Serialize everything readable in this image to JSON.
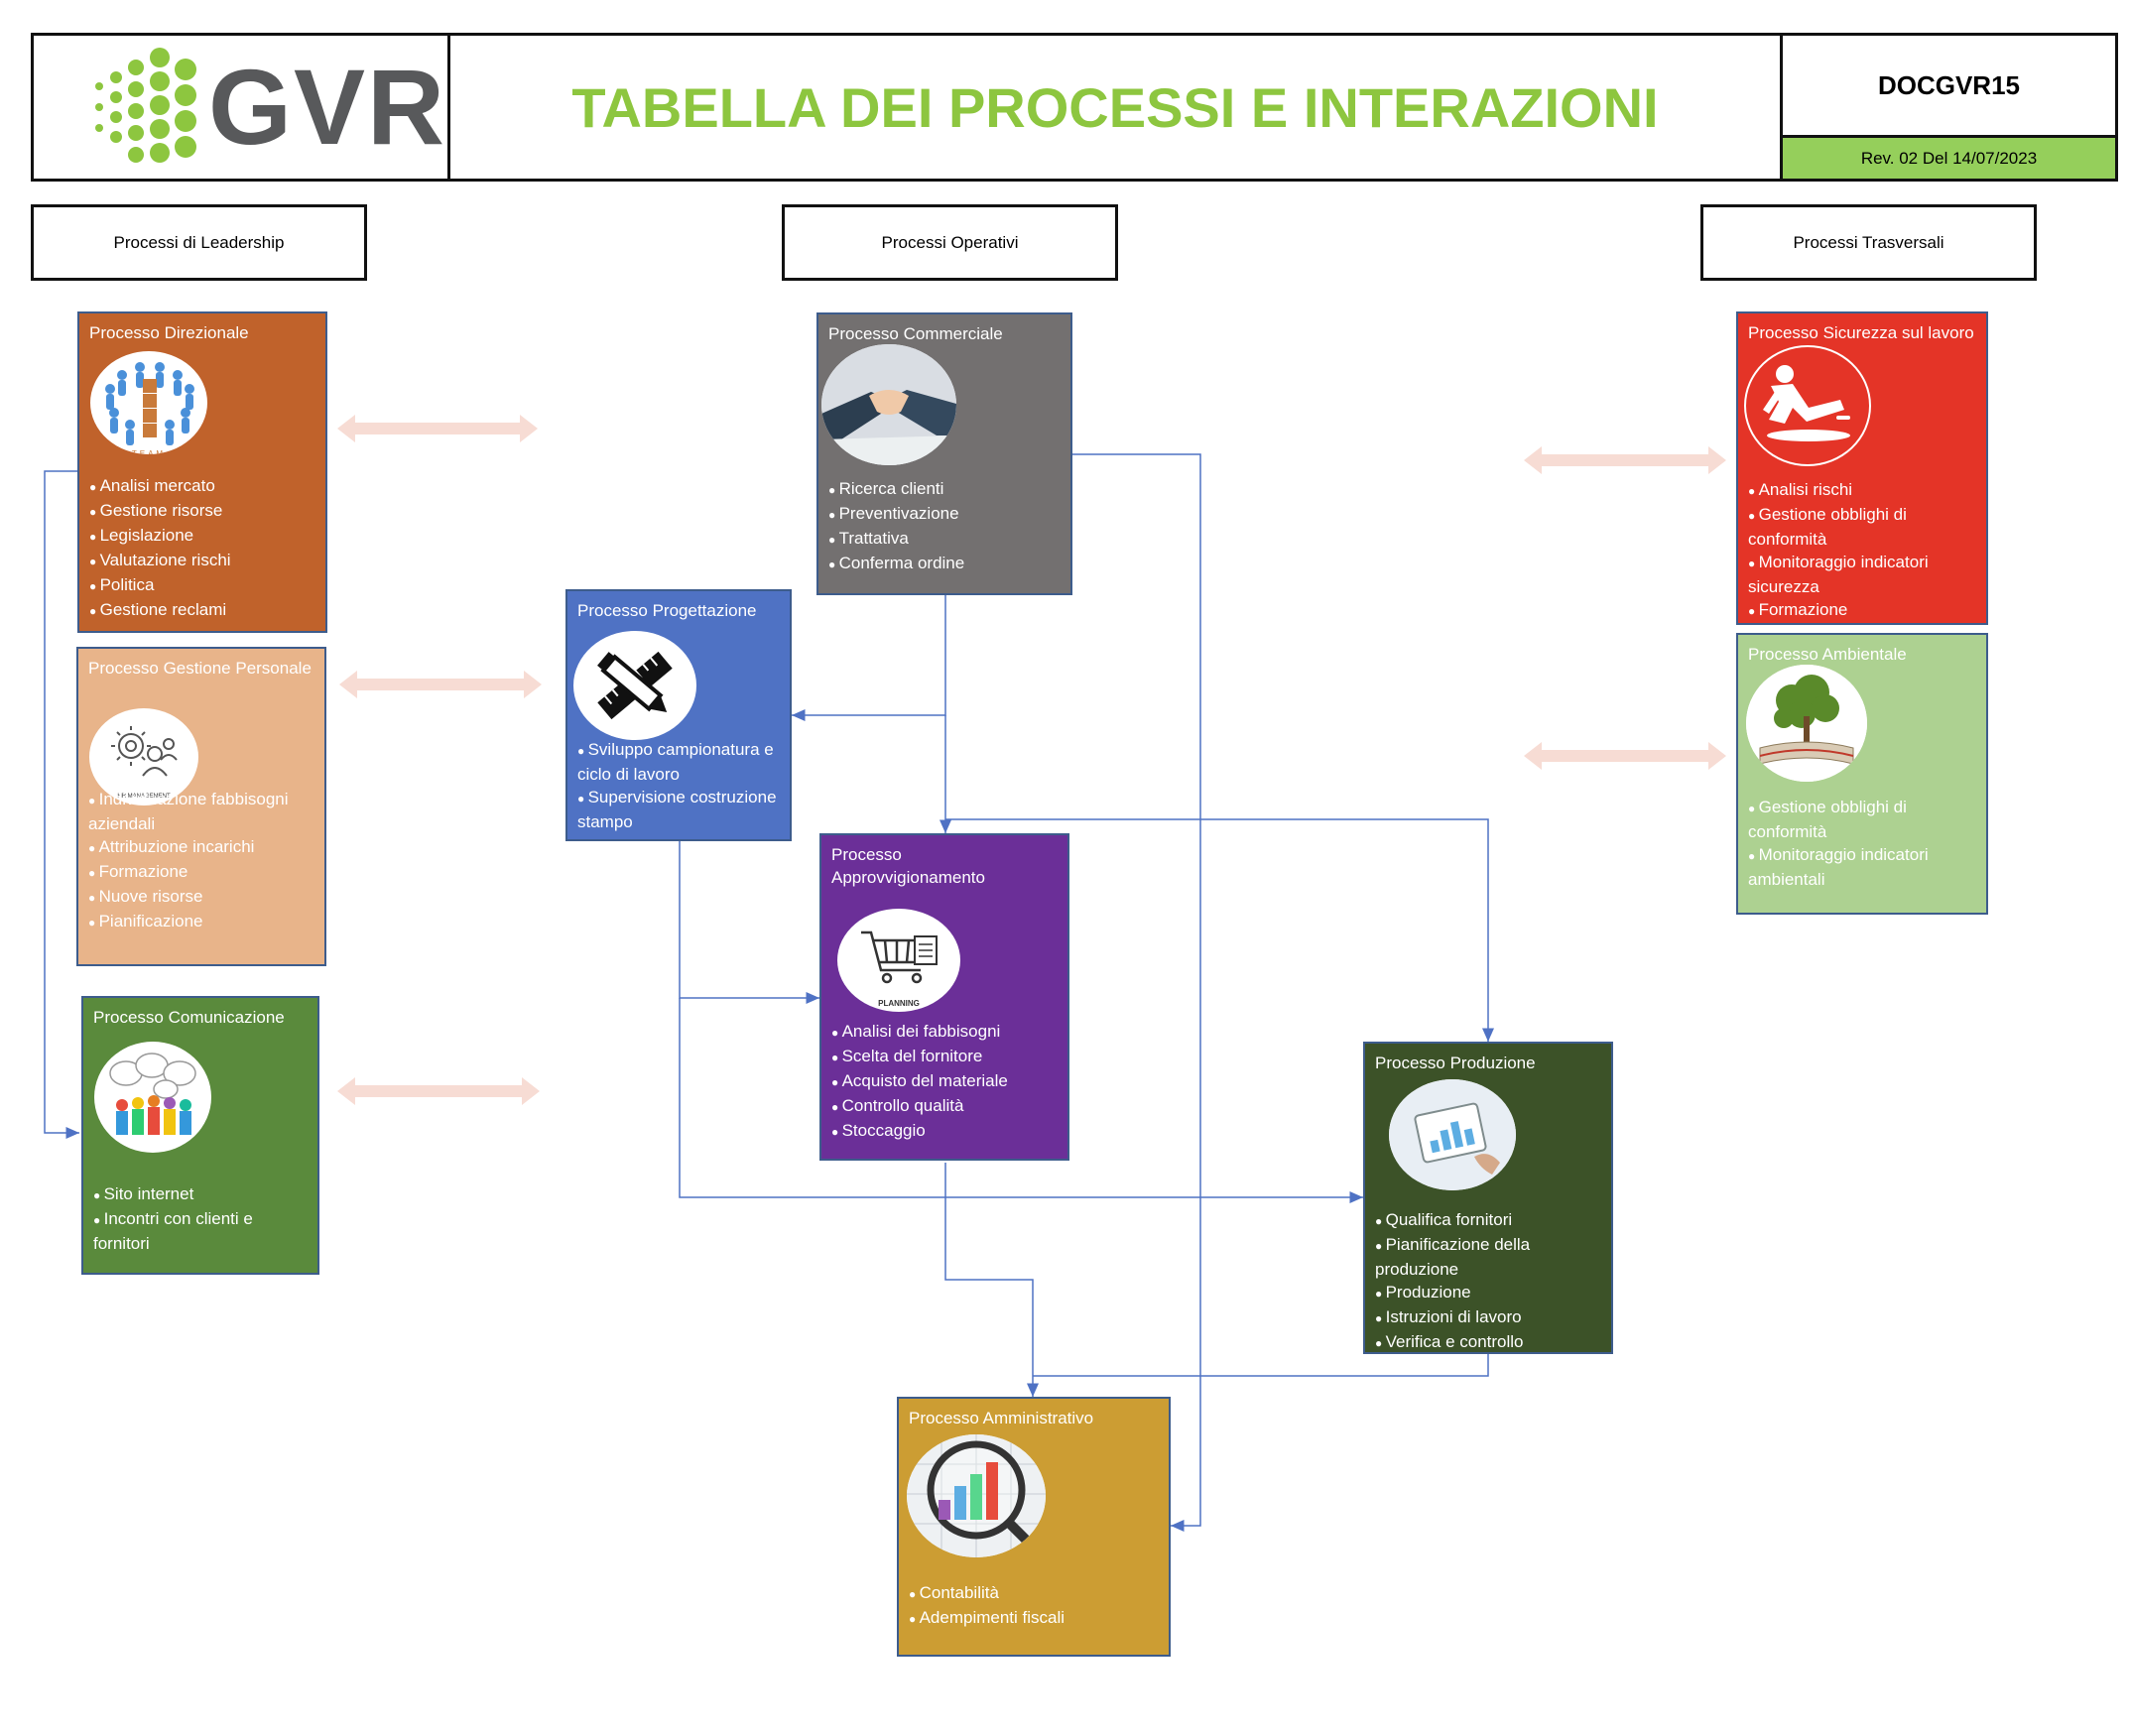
{
  "header": {
    "logo_text": "GVR",
    "title": "TABELLA DEI PROCESSI E INTERAZIONI",
    "doc_code": "DOCGVR15",
    "revision": "Rev. 02 Del 14/07/2023"
  },
  "categories": {
    "leadership": "Processi di Leadership",
    "operativi": "Processi Operativi",
    "trasversali": "Processi Trasversali"
  },
  "colors": {
    "direzionale": "#c0622b",
    "personale": "#e8b48a",
    "comunicazione": "#5a8a3c",
    "commerciale": "#737070",
    "progettazione": "#4f72c4",
    "approvvigionamento": "#6b2f98",
    "produzione": "#3c5228",
    "amministrativo": "#cc9d33",
    "sicurezza": "#e43427",
    "ambientale": "#add191",
    "title_green": "#8dc63f"
  },
  "processes": {
    "direzionale": {
      "title": "Processo Direzionale",
      "icon": "team-icon",
      "icon_label": "TEAM",
      "items": [
        "Analisi mercato",
        "Gestione risorse",
        "Legislazione",
        "Valutazione rischi",
        "Politica",
        "Gestione reclami"
      ]
    },
    "personale": {
      "title": "Processo Gestione Personale",
      "icon": "hr-management-icon",
      "icon_label": "HR MANAGEMENT",
      "items": [
        "Individuazione fabbisogni aziendali",
        "Attribuzione incarichi",
        "Formazione",
        "Nuove risorse",
        "Pianificazione"
      ]
    },
    "comunicazione": {
      "title": "Processo Comunicazione",
      "icon": "speech-bubbles-icon",
      "items": [
        "Sito internet",
        "Incontri con clienti e fornitori"
      ]
    },
    "commerciale": {
      "title": "Processo Commerciale",
      "icon": "handshake-icon",
      "items": [
        "Ricerca clienti",
        "Preventivazione",
        "Trattativa",
        "Conferma ordine"
      ]
    },
    "progettazione": {
      "title": "Processo Progettazione",
      "icon": "pencil-ruler-icon",
      "items": [
        "Sviluppo campionatura e ciclo di lavoro",
        "Supervisione costruzione stampo"
      ]
    },
    "approvvigionamento": {
      "title": "Processo Approvvigionamento",
      "icon": "cart-planning-icon",
      "icon_label": "PLANNING",
      "items": [
        "Analisi dei fabbisogni",
        "Scelta del fornitore",
        "Acquisto del materiale",
        "Controllo qualità",
        "Stoccaggio"
      ]
    },
    "produzione": {
      "title": "Processo Produzione",
      "icon": "tablet-chart-icon",
      "items": [
        "Qualifica fornitori",
        "Pianificazione della produzione",
        "Produzione",
        "Istruzioni di lavoro",
        "Verifica e controllo"
      ]
    },
    "amministrativo": {
      "title": "Processo Amministrativo",
      "icon": "magnifier-chart-icon",
      "items": [
        "Contabilità",
        "Adempimenti fiscali"
      ]
    },
    "sicurezza": {
      "title": "Processo Sicurezza sul lavoro",
      "icon": "slip-hazard-icon",
      "items": [
        "Analisi rischi",
        "Gestione obblighi di conformità",
        "Monitoraggio indicatori sicurezza",
        "Formazione"
      ]
    },
    "ambientale": {
      "title": "Processo Ambientale",
      "icon": "tree-book-icon",
      "items": [
        "Gestione obblighi di conformità",
        "Monitoraggio indicatori ambientali"
      ]
    }
  }
}
